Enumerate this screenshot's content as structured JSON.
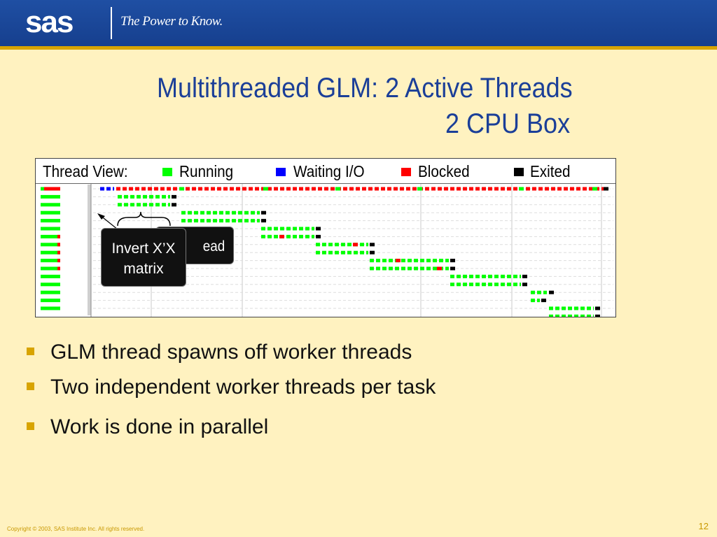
{
  "header": {
    "logo": "sas",
    "tagline": "The Power to Know."
  },
  "title": {
    "line1": "Multithreaded GLM: 2 Active Threads",
    "line2": "2 CPU Box"
  },
  "legend": {
    "heading": "Thread View:",
    "items": [
      {
        "label": "Running",
        "color": "#00ff00"
      },
      {
        "label": "Waiting I/O",
        "color": "#0000ff"
      },
      {
        "label": "Blocked",
        "color": "#ff0000"
      },
      {
        "label": "Exited",
        "color": "#000000"
      }
    ]
  },
  "callouts": {
    "hidden_label": "ead",
    "label_line1": "Invert X’X",
    "label_line2": "matrix"
  },
  "bullets": [
    "GLM thread spawns off worker threads",
    "Two independent worker threads per task",
    "Work is done in parallel"
  ],
  "footer": {
    "copyright": "Copyright © 2003, SAS Institute Inc. All rights reserved.",
    "page": "12"
  }
}
